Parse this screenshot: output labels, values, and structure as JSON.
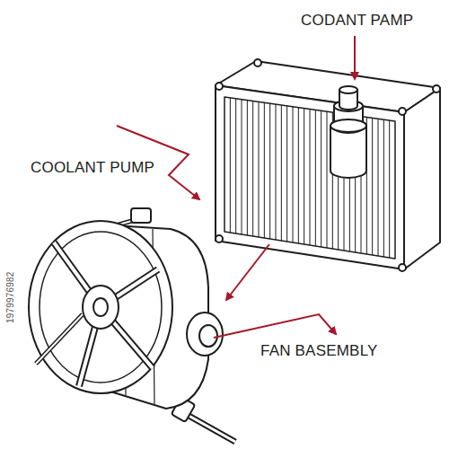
{
  "diagram": {
    "labels": [
      "CODANT PAMP",
      "COOLANT PUMP",
      "FAN BASEMBLY",
      "1979976982"
    ]
  }
}
